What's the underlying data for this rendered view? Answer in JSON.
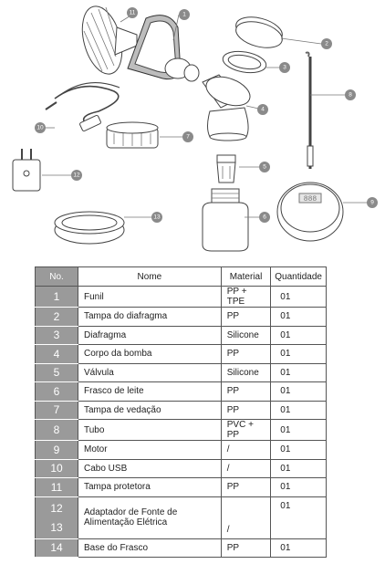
{
  "callouts": [
    "1",
    "2",
    "3",
    "4",
    "5",
    "6",
    "7",
    "8",
    "9",
    "10",
    "11",
    "12",
    "13"
  ],
  "table": {
    "headers": [
      "No.",
      "Nome",
      "Material",
      "Quantidade"
    ],
    "rows": [
      {
        "no": "1",
        "nome": "Funil",
        "material": "PP + TPE",
        "qtd": "01"
      },
      {
        "no": "2",
        "nome": "Tampa do diafragma",
        "material": "PP",
        "qtd": "01"
      },
      {
        "no": "3",
        "nome": "Diafragma",
        "material": "Silicone",
        "qtd": "01"
      },
      {
        "no": "4",
        "nome": "Corpo da bomba",
        "material": "PP",
        "qtd": "01"
      },
      {
        "no": "5",
        "nome": "Válvula",
        "material": "Silicone",
        "qtd": "01"
      },
      {
        "no": "6",
        "nome": "Frasco de leite",
        "material": "PP",
        "qtd": "01"
      },
      {
        "no": "7",
        "nome": "Tampa de vedação",
        "material": "PP",
        "qtd": "01"
      },
      {
        "no": "8",
        "nome": "Tubo",
        "material": "PVC + PP",
        "qtd": "01"
      },
      {
        "no": "9",
        "nome": "Motor",
        "material": "/",
        "qtd": "01"
      },
      {
        "no": "10",
        "nome": "Cabo USB",
        "material": "/",
        "qtd": "01"
      },
      {
        "no": "11",
        "nome": "Tampa protetora",
        "material": "PP",
        "qtd": "01"
      }
    ],
    "merged": {
      "no_a": "12",
      "no_b": "13",
      "nome": "Adaptador de Fonte de Alimentação Elétrica",
      "material": "/",
      "qtd": "01"
    },
    "last": {
      "no": "14",
      "nome": "Base do Frasco",
      "material": "PP",
      "qtd": "01"
    }
  }
}
